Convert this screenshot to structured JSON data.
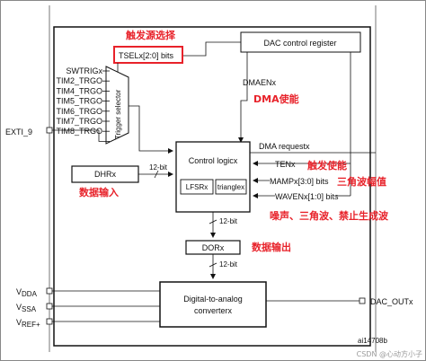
{
  "diagram": {
    "trigger_select_register": "TSELx[2:0] bits",
    "trigger_selector_label": "Trigger selector",
    "trigger_inputs": [
      "SWTRIGx",
      "TIM2_TRGO",
      "TIM4_TRGO",
      "TIM5_TRGO",
      "TIM6_TRGO",
      "TIM7_TRGO",
      "TIM8_TRGO"
    ],
    "exti_label": "EXTI_9",
    "dac_control_register": "DAC control register",
    "dmaen": "DMAENx",
    "control_logic": "Control logicx",
    "dma_request": "DMA requestx",
    "ten": "TENx",
    "mamp": "MAMPx[3:0] bits",
    "wave": "WAVENx[1:0] bits",
    "dhr": "DHRx",
    "lfsr": "LFSRx",
    "triangle": "trianglex",
    "bits12_dhr": "12-bit",
    "bits12_ctrl": "12-bit",
    "bits12_dor": "12-bit",
    "dor": "DORx",
    "dac_converter_line1": "Digital-to-analog",
    "dac_converter_line2": "converterx",
    "vdda_main": "V",
    "vdda_sub": "DDA",
    "vssa_main": "V",
    "vssa_sub": "SSA",
    "vref_main": "V",
    "vref_sub": "REF+",
    "dac_out": "DAC_OUTx",
    "figure_id": "ai14708b"
  },
  "annotations": {
    "trigger_source": "触发源选择",
    "dma_enable": "DMA使能",
    "trigger_enable": "触发使能",
    "triangle_amplitude": "三角波幅值",
    "data_input": "数据输入",
    "wave_select": "噪声、三角波、禁止生成波",
    "data_output": "数据输出"
  },
  "watermark": "CSDN @心动方小子"
}
